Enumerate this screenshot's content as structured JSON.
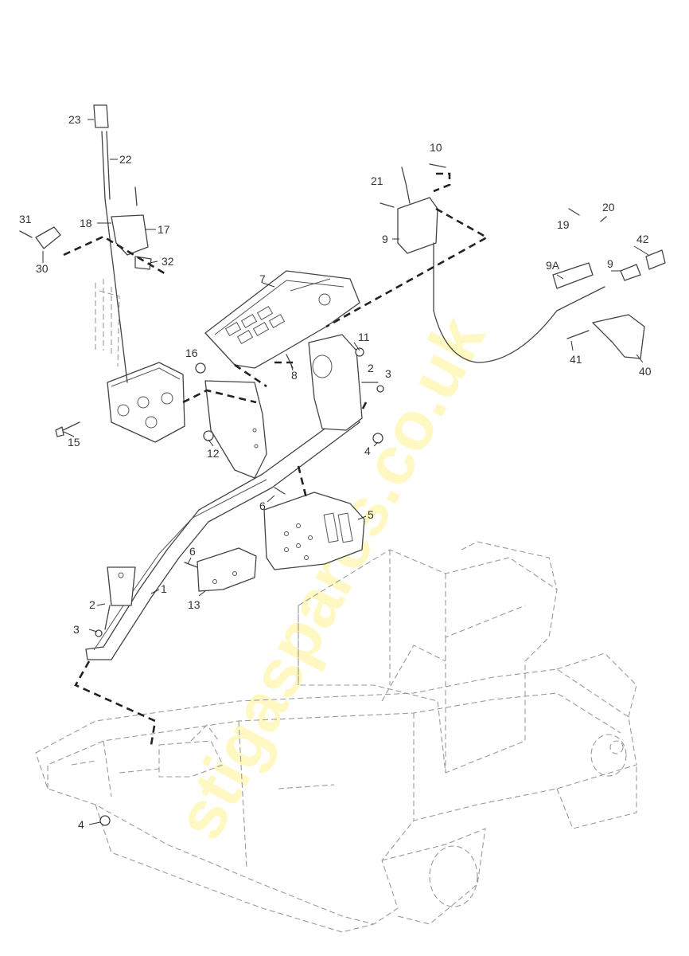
{
  "diagram": {
    "watermark": "stigaspares.co.uk",
    "callouts": [
      "23",
      "22",
      "10",
      "21",
      "20",
      "19",
      "31",
      "18",
      "17",
      "30",
      "32",
      "9",
      "42",
      "9A",
      "9",
      "7",
      "11",
      "16",
      "2",
      "3",
      "8",
      "41",
      "40",
      "15",
      "12",
      "4",
      "6",
      "5",
      "6",
      "1",
      "13",
      "2",
      "3",
      "4"
    ]
  }
}
